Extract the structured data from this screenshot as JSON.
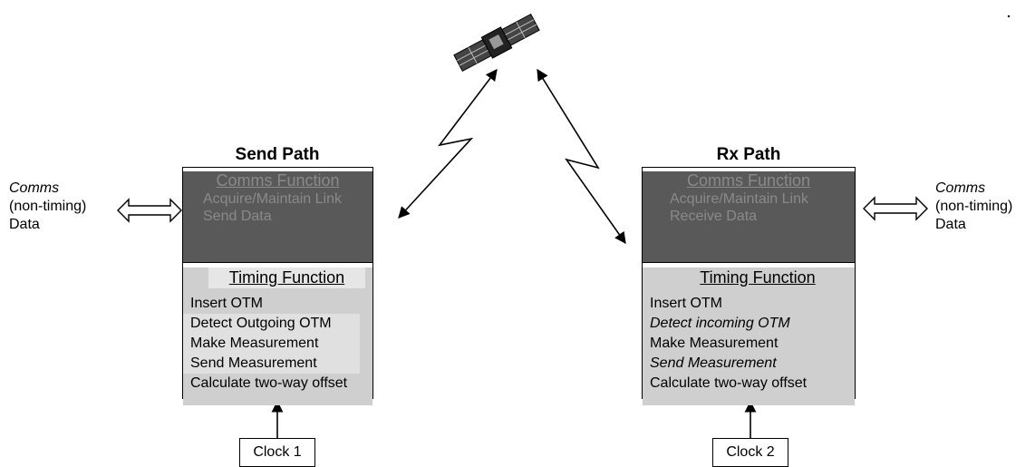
{
  "send_path": {
    "title": "Send Path",
    "comms_title": "Comms Function",
    "comms_lines": [
      "Acquire/Maintain Link",
      "Send Data"
    ],
    "timing_title": "Timing Function",
    "timing_lines": [
      "Insert OTM",
      "Detect Outgoing OTM",
      "Make Measurement",
      "Send Measurement",
      "Calculate two-way offset"
    ],
    "clock": "Clock 1"
  },
  "rx_path": {
    "title": "Rx Path",
    "comms_title": "Comms Function",
    "comms_lines": [
      "Acquire/Maintain Link",
      "Receive Data"
    ],
    "timing_title": "Timing Function",
    "timing_lines": [
      "Insert OTM",
      "Detect incoming OTM",
      "Make Measurement",
      "Send Measurement",
      "Calculate two-way offset"
    ],
    "clock": "Clock 2"
  },
  "left_external": {
    "line1": "Comms",
    "line2": "(non-timing)",
    "line3": "Data"
  },
  "right_external": {
    "line1": "Comms",
    "line2": "(non-timing)",
    "line3": "Data"
  },
  "icons": {
    "satellite": "satellite-icon"
  }
}
